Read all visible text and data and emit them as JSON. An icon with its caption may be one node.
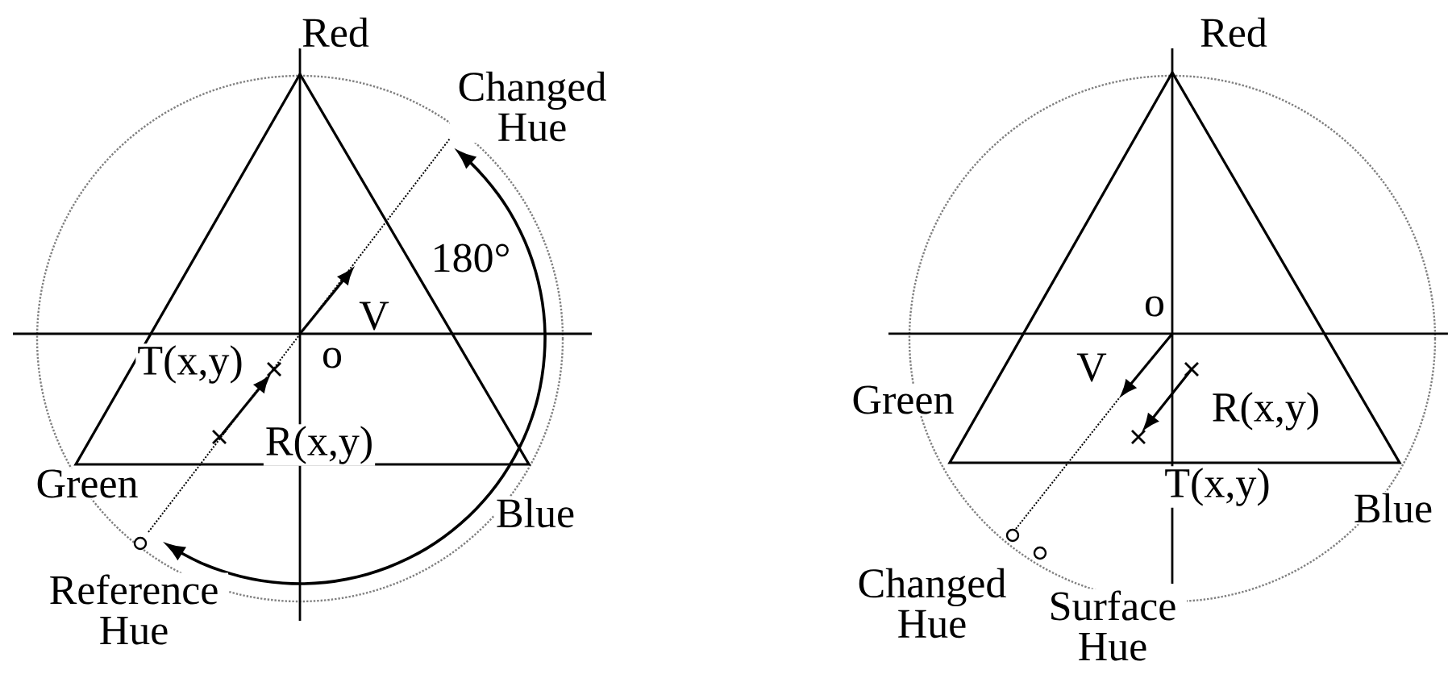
{
  "diagram": {
    "labels": [
      "Red",
      "Changed Hue",
      "180°",
      "V",
      "T(x,y)",
      "o",
      "R(x,y)",
      "Green",
      "Blue",
      "Reference Hue",
      "Red",
      "o",
      "V",
      "Green",
      "R(x,y)",
      "T(x,y)",
      "Blue",
      "Changed Hue",
      "Surface Hue"
    ]
  }
}
